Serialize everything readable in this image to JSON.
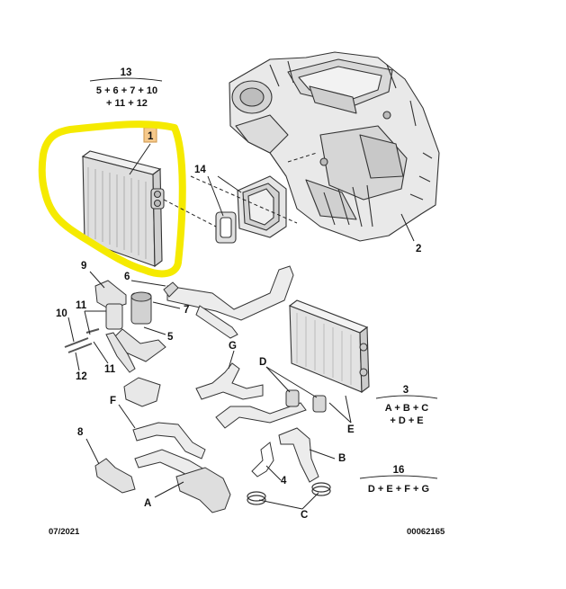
{
  "date_code": "07/2021",
  "ref_code": "00062165",
  "highlight_color": "#f5ea00",
  "part_color": "#e6e6e6",
  "groups": [
    {
      "num": "13",
      "line1": "5 + 6 + 7 + 10",
      "line2": "+ 11 + 12"
    },
    {
      "num": "3",
      "line1": "A + B + C",
      "line2": "+ D + E"
    },
    {
      "num": "16",
      "line1": "D + E + F + G",
      "line2": ""
    }
  ],
  "callouts": {
    "p1": "1",
    "p2": "2",
    "p4": "4",
    "p5": "5",
    "p6": "6",
    "p7": "7",
    "p8": "8",
    "p9": "9",
    "p10": "10",
    "p11a": "11",
    "p11b": "11",
    "p12": "12",
    "p14": "14",
    "pA": "A",
    "pB": "B",
    "pC": "C",
    "pD": "D",
    "pE": "E",
    "pF": "F",
    "pG": "G"
  }
}
